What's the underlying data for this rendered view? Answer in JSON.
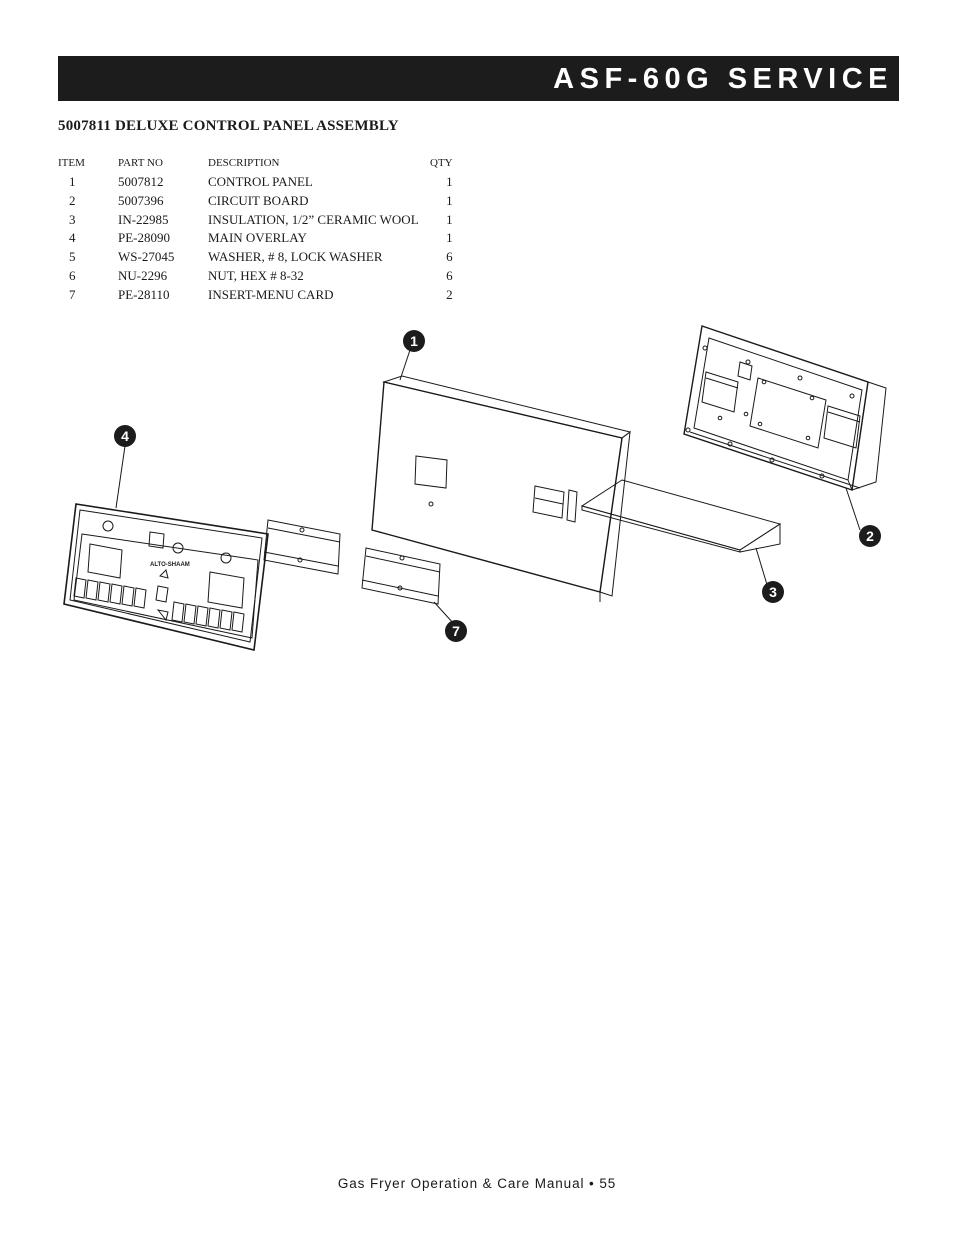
{
  "header": {
    "title": "ASF-60G SERVICE"
  },
  "section": {
    "title": "5007811 DELUXE CONTROL PANEL ASSEMBLY"
  },
  "parts_table": {
    "columns": [
      "ITEM",
      "PART NO",
      "DESCRIPTION",
      "QTY"
    ],
    "rows": [
      {
        "item": "1",
        "part_no": "5007812",
        "description": "CONTROL PANEL",
        "qty": "1"
      },
      {
        "item": "2",
        "part_no": "5007396",
        "description": "CIRCUIT BOARD",
        "qty": "1"
      },
      {
        "item": "3",
        "part_no": "IN-22985",
        "description": "INSULATION, 1/2” CERAMIC WOOL",
        "qty": "1"
      },
      {
        "item": "4",
        "part_no": "PE-28090",
        "description": "MAIN OVERLAY",
        "qty": "1"
      },
      {
        "item": "5",
        "part_no": "WS-27045",
        "description": "WASHER, # 8, LOCK WASHER",
        "qty": "6"
      },
      {
        "item": "6",
        "part_no": "NU-2296",
        "description": "NUT, HEX # 8-32",
        "qty": "6"
      },
      {
        "item": "7",
        "part_no": "PE-28110",
        "description": "INSERT-MENU CARD",
        "qty": "2"
      }
    ]
  },
  "diagram": {
    "callouts": [
      "1",
      "4",
      "2",
      "3",
      "7"
    ],
    "overlay_logo": "ALTO-SHAAM"
  },
  "footer": {
    "text": "Gas Fryer Operation & Care Manual • 55"
  }
}
